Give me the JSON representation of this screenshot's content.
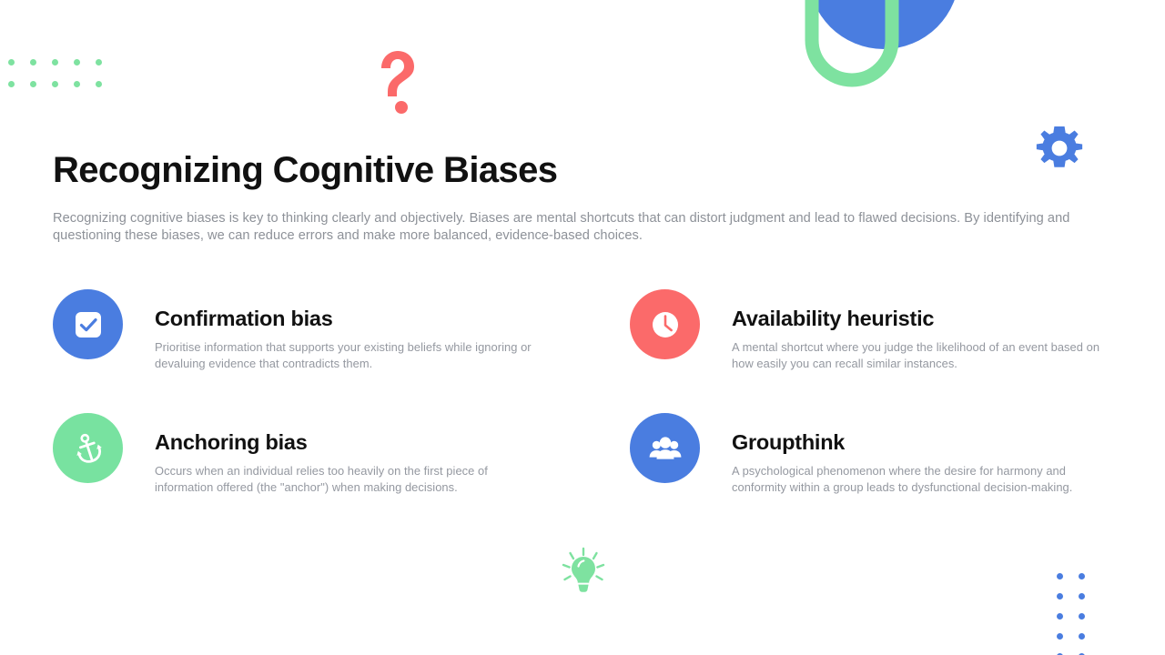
{
  "slide": {
    "title": "Recognizing Cognitive Biases",
    "subtitle": "Recognizing cognitive biases is key to thinking clearly and objectively. Biases are mental shortcuts that can distort judgment and lead to flawed decisions. By identifying and questioning these biases, we can reduce errors and make more balanced, evidence-based choices."
  },
  "cards": [
    {
      "icon": "checkbox-check-icon",
      "icon_bg": "#4a7de0",
      "title": "Confirmation bias",
      "desc": "Prioritise information that supports your existing beliefs while ignoring or devaluing evidence that contradicts them."
    },
    {
      "icon": "clock-icon",
      "icon_bg": "#fb6a6a",
      "title": "Availability heuristic",
      "desc": "A mental shortcut where you judge the likelihood of an event based on how easily you can recall similar instances."
    },
    {
      "icon": "anchor-icon",
      "icon_bg": "#78e2a0",
      "title": "Anchoring bias",
      "desc": "Occurs when an individual relies too heavily on the first piece of information offered (the \"anchor\") when making decisions."
    },
    {
      "icon": "people-group-icon",
      "icon_bg": "#4a7de0",
      "title": "Groupthink",
      "desc": "A psychological phenomenon where the desire for harmony and conformity within a group leads to dysfunctional decision-making."
    }
  ],
  "decorations": {
    "green_dots": {
      "name": "green-dot-grid",
      "color": "#7ee2a0",
      "rows": 2,
      "cols": 5
    },
    "blue_dots": {
      "name": "blue-dot-grid",
      "color": "#4a7de0",
      "rows": 5,
      "cols": 2
    },
    "question_mark": {
      "name": "question-mark-icon",
      "color": "#fb6a6a"
    },
    "blue_circle": {
      "name": "blue-circle-shape",
      "color": "#4a7de0"
    },
    "green_u": {
      "name": "green-u-shape",
      "color": "#7ee2a0"
    },
    "gear": {
      "name": "gear-icon",
      "color": "#4a7de0"
    },
    "bulb": {
      "name": "lightbulb-icon",
      "color": "#7ee2a0"
    }
  },
  "palette": {
    "blue": "#4a7de0",
    "green": "#78e2a0",
    "red": "#fb6a6a",
    "title": "#111111",
    "body": "#9498a0",
    "background": "#ffffff"
  }
}
